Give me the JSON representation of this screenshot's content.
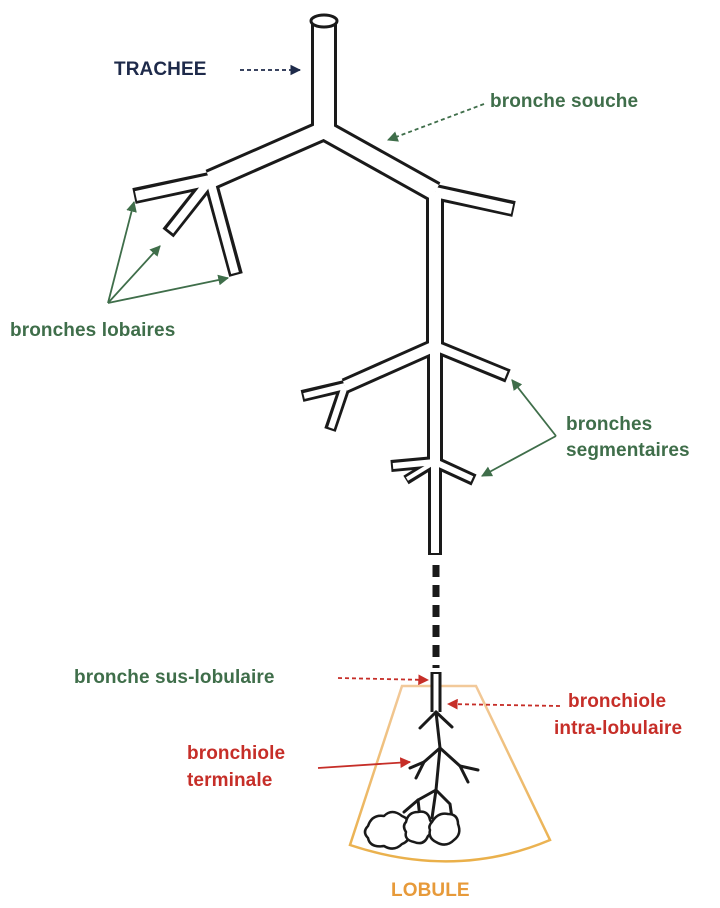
{
  "colors": {
    "navy": "#1e2a4a",
    "green": "#3f6e4a",
    "red": "#c62e28",
    "orange": "#e79a3a",
    "outline": "#1a1a1a"
  },
  "labels": {
    "trachee": "TRACHEE",
    "bronche_souche": "bronche souche",
    "bronches_lobaires": "bronches lobaires",
    "bronches_segmentaires_line1": "bronches",
    "bronches_segmentaires_line2": "segmentaires",
    "bronche_sus_lobulaire": "bronche sus-lobulaire",
    "bronchiole_intra_line1": "bronchiole",
    "bronchiole_intra_line2": "intra-lobulaire",
    "bronchiole_terminale_line1": "bronchiole",
    "bronchiole_terminale_line2": "terminale",
    "lobule": "LOBULE"
  }
}
